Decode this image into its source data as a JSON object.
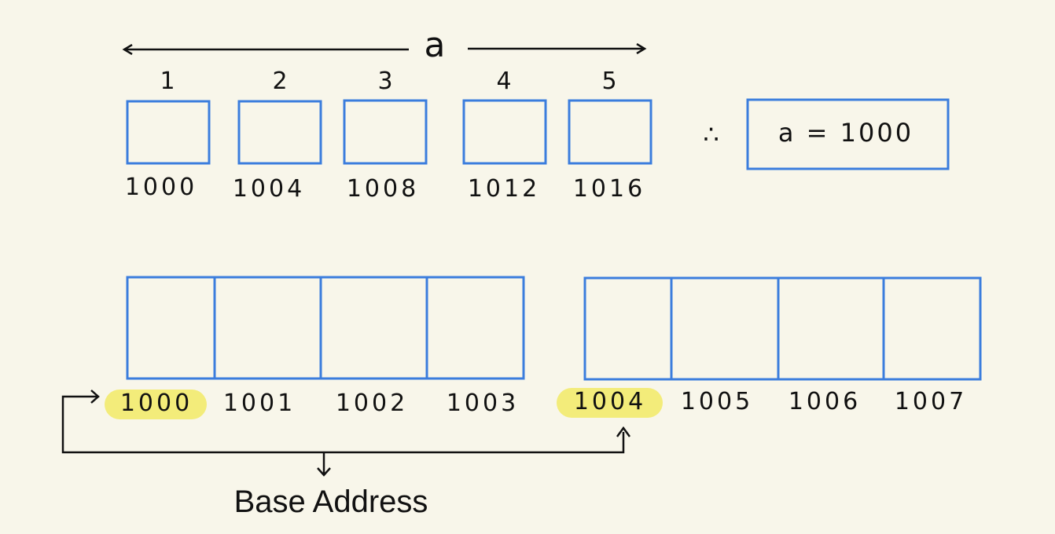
{
  "array_name": "a",
  "index_labels": [
    "1",
    "2",
    "3",
    "4",
    "5"
  ],
  "element_addresses": [
    "1000",
    "1004",
    "1008",
    "1012",
    "1016"
  ],
  "therefore_symbol": "∴",
  "conclusion": "a = 1000",
  "byte_addresses_first": [
    "1000",
    "1001",
    "1002",
    "1003"
  ],
  "byte_addresses_second": [
    "1004",
    "1005",
    "1006",
    "1007"
  ],
  "base_address_label": "Base Address",
  "colors": {
    "box_stroke": "#3b7ddd",
    "highlight": "#f3ec7a",
    "ink": "#111111",
    "background": "#f8f6ea"
  }
}
